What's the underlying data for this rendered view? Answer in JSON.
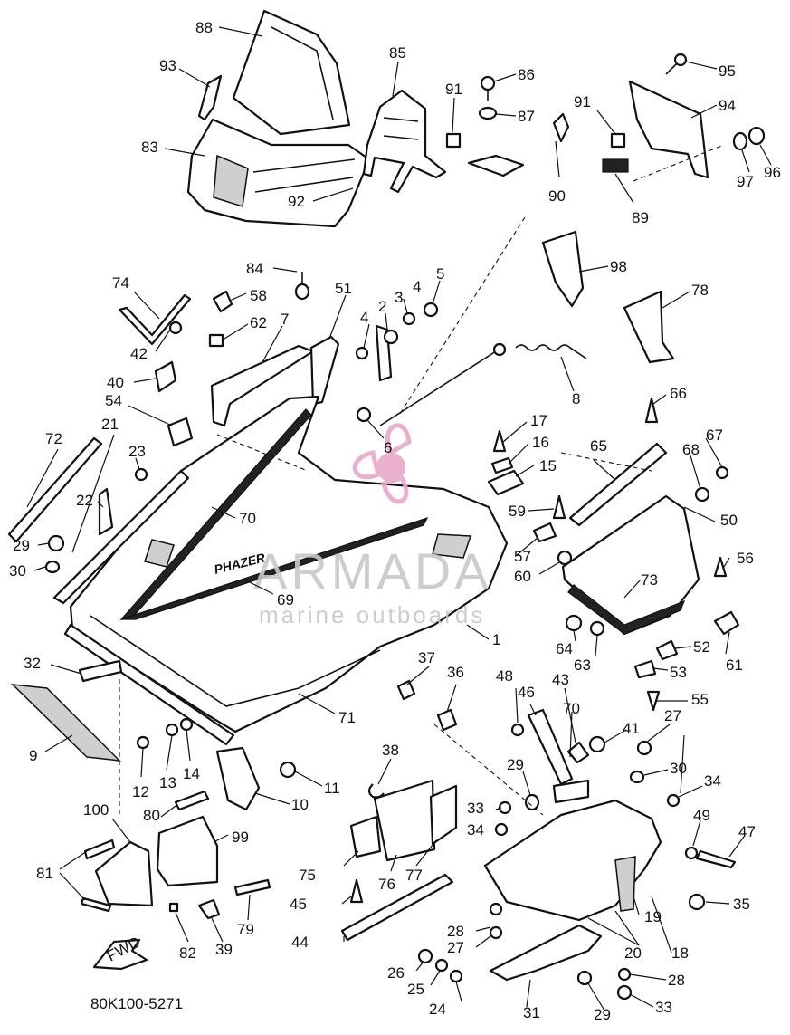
{
  "diagram": {
    "code": "80K100-5271",
    "fwd_label": "FWD",
    "hood_text": "PHAZER",
    "watermark": {
      "brand": "ARMADA",
      "tagline": "marine outboards",
      "accent_color": "#e8a9c9"
    },
    "callouts": [
      {
        "id": "n1",
        "text": "1"
      },
      {
        "id": "n2",
        "text": "2"
      },
      {
        "id": "n3",
        "text": "3"
      },
      {
        "id": "n4a",
        "text": "4"
      },
      {
        "id": "n4b",
        "text": "4"
      },
      {
        "id": "n5",
        "text": "5"
      },
      {
        "id": "n6",
        "text": "6"
      },
      {
        "id": "n7",
        "text": "7"
      },
      {
        "id": "n8",
        "text": "8"
      },
      {
        "id": "n9",
        "text": "9"
      },
      {
        "id": "n10",
        "text": "10"
      },
      {
        "id": "n11",
        "text": "11"
      },
      {
        "id": "n12",
        "text": "12"
      },
      {
        "id": "n13",
        "text": "13"
      },
      {
        "id": "n14",
        "text": "14"
      },
      {
        "id": "n15",
        "text": "15"
      },
      {
        "id": "n16",
        "text": "16"
      },
      {
        "id": "n17",
        "text": "17"
      },
      {
        "id": "n18",
        "text": "18"
      },
      {
        "id": "n19",
        "text": "19"
      },
      {
        "id": "n20",
        "text": "20"
      },
      {
        "id": "n21",
        "text": "21"
      },
      {
        "id": "n22",
        "text": "22"
      },
      {
        "id": "n23",
        "text": "23"
      },
      {
        "id": "n24",
        "text": "24"
      },
      {
        "id": "n25",
        "text": "25"
      },
      {
        "id": "n26",
        "text": "26"
      },
      {
        "id": "n27a",
        "text": "27"
      },
      {
        "id": "n27b",
        "text": "27"
      },
      {
        "id": "n28a",
        "text": "28"
      },
      {
        "id": "n28b",
        "text": "28"
      },
      {
        "id": "n29a",
        "text": "29"
      },
      {
        "id": "n29b",
        "text": "29"
      },
      {
        "id": "n29c",
        "text": "29"
      },
      {
        "id": "n30a",
        "text": "30"
      },
      {
        "id": "n30b",
        "text": "30"
      },
      {
        "id": "n31",
        "text": "31"
      },
      {
        "id": "n32",
        "text": "32"
      },
      {
        "id": "n33a",
        "text": "33"
      },
      {
        "id": "n33b",
        "text": "33"
      },
      {
        "id": "n34a",
        "text": "34"
      },
      {
        "id": "n34b",
        "text": "34"
      },
      {
        "id": "n35",
        "text": "35"
      },
      {
        "id": "n36",
        "text": "36"
      },
      {
        "id": "n37",
        "text": "37"
      },
      {
        "id": "n38",
        "text": "38"
      },
      {
        "id": "n39",
        "text": "39"
      },
      {
        "id": "n40",
        "text": "40"
      },
      {
        "id": "n41",
        "text": "41"
      },
      {
        "id": "n42",
        "text": "42"
      },
      {
        "id": "n43",
        "text": "43"
      },
      {
        "id": "n44",
        "text": "44"
      },
      {
        "id": "n45",
        "text": "45"
      },
      {
        "id": "n46",
        "text": "46"
      },
      {
        "id": "n47",
        "text": "47"
      },
      {
        "id": "n48",
        "text": "48"
      },
      {
        "id": "n49",
        "text": "49"
      },
      {
        "id": "n50",
        "text": "50"
      },
      {
        "id": "n51",
        "text": "51"
      },
      {
        "id": "n52",
        "text": "52"
      },
      {
        "id": "n53",
        "text": "53"
      },
      {
        "id": "n54",
        "text": "54"
      },
      {
        "id": "n55",
        "text": "55"
      },
      {
        "id": "n56",
        "text": "56"
      },
      {
        "id": "n57",
        "text": "57"
      },
      {
        "id": "n58",
        "text": "58"
      },
      {
        "id": "n59",
        "text": "59"
      },
      {
        "id": "n60",
        "text": "60"
      },
      {
        "id": "n61",
        "text": "61"
      },
      {
        "id": "n62",
        "text": "62"
      },
      {
        "id": "n63",
        "text": "63"
      },
      {
        "id": "n64",
        "text": "64"
      },
      {
        "id": "n65",
        "text": "65"
      },
      {
        "id": "n66",
        "text": "66"
      },
      {
        "id": "n67",
        "text": "67"
      },
      {
        "id": "n68",
        "text": "68"
      },
      {
        "id": "n69",
        "text": "69"
      },
      {
        "id": "n70a",
        "text": "70"
      },
      {
        "id": "n70b",
        "text": "70"
      },
      {
        "id": "n71",
        "text": "71"
      },
      {
        "id": "n72",
        "text": "72"
      },
      {
        "id": "n73",
        "text": "73"
      },
      {
        "id": "n74",
        "text": "74"
      },
      {
        "id": "n75",
        "text": "75"
      },
      {
        "id": "n76",
        "text": "76"
      },
      {
        "id": "n77",
        "text": "77"
      },
      {
        "id": "n78",
        "text": "78"
      },
      {
        "id": "n79",
        "text": "79"
      },
      {
        "id": "n80",
        "text": "80"
      },
      {
        "id": "n81",
        "text": "81"
      },
      {
        "id": "n82",
        "text": "82"
      },
      {
        "id": "n83",
        "text": "83"
      },
      {
        "id": "n84",
        "text": "84"
      },
      {
        "id": "n85",
        "text": "85"
      },
      {
        "id": "n86",
        "text": "86"
      },
      {
        "id": "n87",
        "text": "87"
      },
      {
        "id": "n88",
        "text": "88"
      },
      {
        "id": "n89",
        "text": "89"
      },
      {
        "id": "n90",
        "text": "90"
      },
      {
        "id": "n91a",
        "text": "91"
      },
      {
        "id": "n91b",
        "text": "91"
      },
      {
        "id": "n92",
        "text": "92"
      },
      {
        "id": "n93",
        "text": "93"
      },
      {
        "id": "n94",
        "text": "94"
      },
      {
        "id": "n95",
        "text": "95"
      },
      {
        "id": "n96",
        "text": "96"
      },
      {
        "id": "n97",
        "text": "97"
      },
      {
        "id": "n98",
        "text": "98"
      },
      {
        "id": "n99",
        "text": "99"
      },
      {
        "id": "n100",
        "text": "100"
      }
    ]
  }
}
